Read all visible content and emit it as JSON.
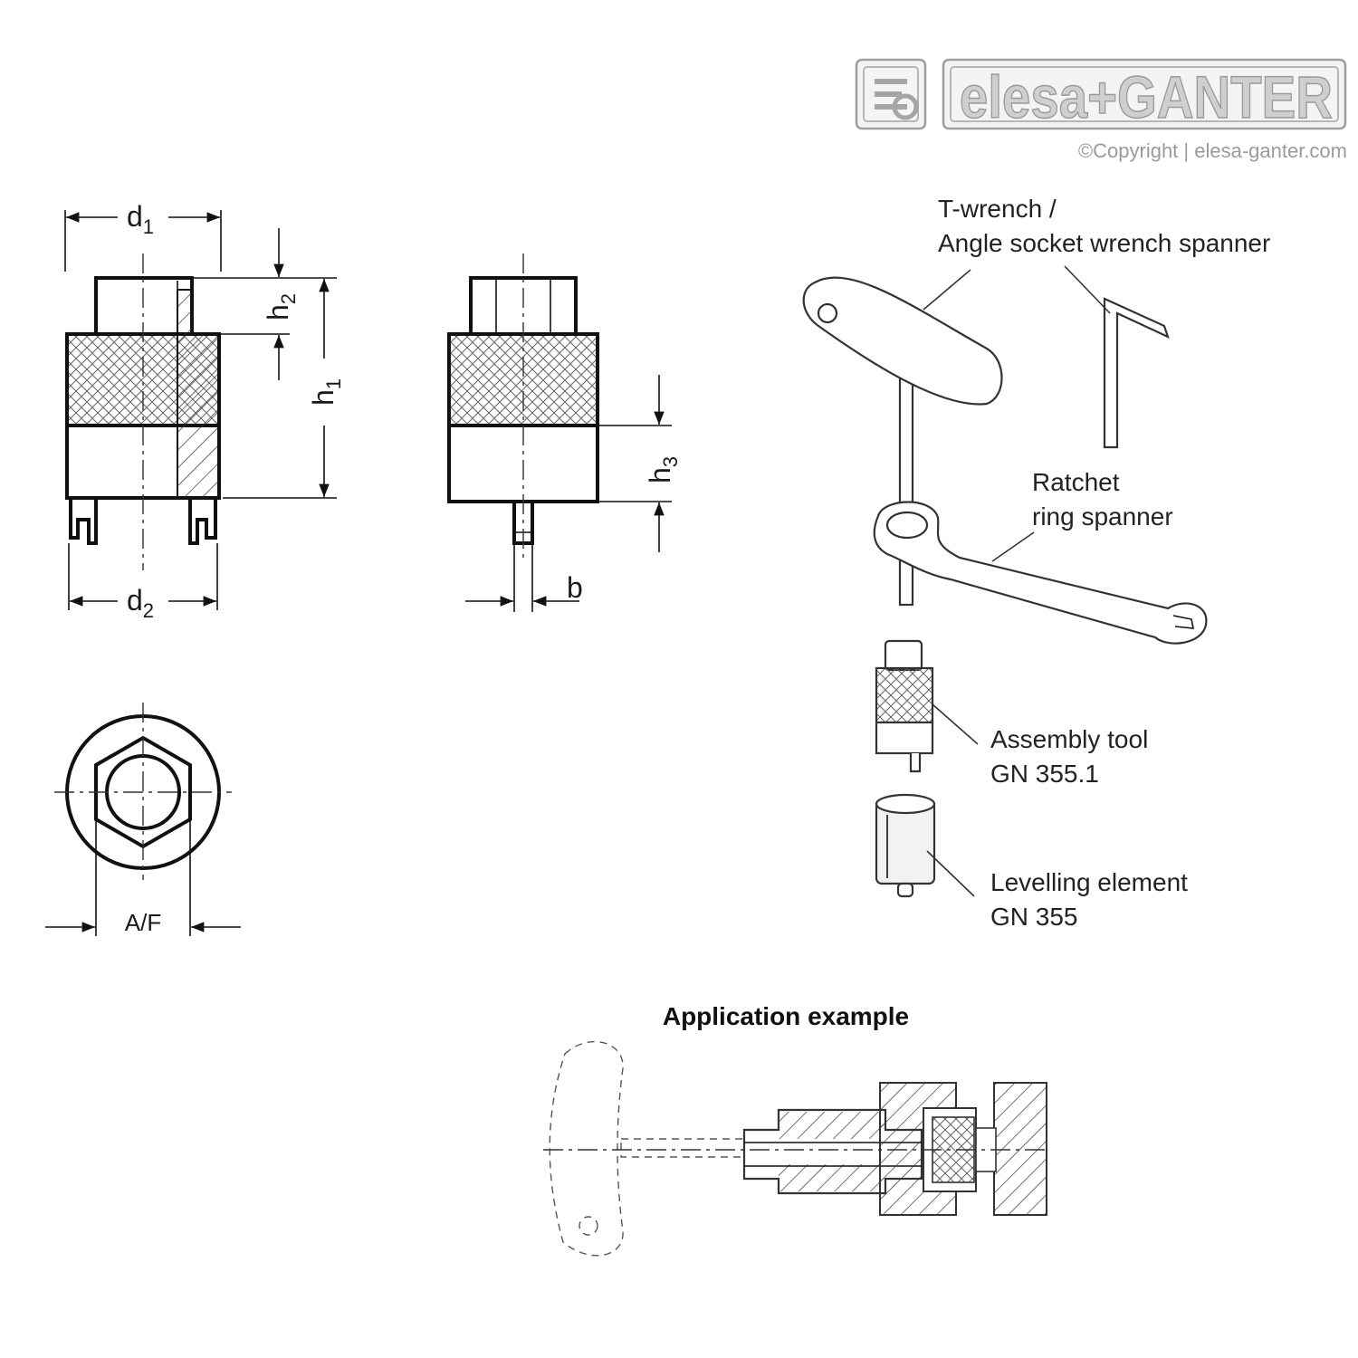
{
  "logo": {
    "brand_text": "elesa+GANTER",
    "copyright": "©Copyright | elesa-ganter.com"
  },
  "dimensions": {
    "d1": "d",
    "d1_sub": "1",
    "d2": "d",
    "d2_sub": "2",
    "h1": "h",
    "h1_sub": "1",
    "h2": "h",
    "h2_sub": "2",
    "h3": "h",
    "h3_sub": "3",
    "b": "b",
    "af": "A/F"
  },
  "callouts": {
    "t_wrench_line1": "T-wrench /",
    "t_wrench_line2": "Angle socket wrench spanner",
    "ratchet_line1": "Ratchet",
    "ratchet_line2": "ring spanner",
    "assembly_line1": "Assembly tool",
    "assembly_line2": "GN 355.1",
    "levelling_line1": "Levelling element",
    "levelling_line2": "GN 355"
  },
  "application": {
    "title": "Application example"
  }
}
